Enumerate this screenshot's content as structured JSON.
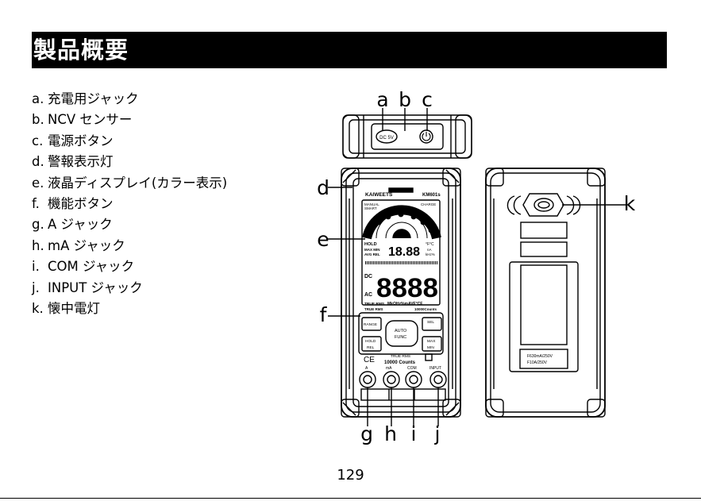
{
  "page": {
    "title": "製品概要",
    "page_number": "129"
  },
  "legend": [
    {
      "letter": "a.",
      "text": "充電用ジャック"
    },
    {
      "letter": "b.",
      "text": "NCV センサー"
    },
    {
      "letter": "c.",
      "text": "電源ボタン"
    },
    {
      "letter": "d.",
      "text": "警報表示灯"
    },
    {
      "letter": "e.",
      "text": "液晶ディスプレイ(カラー表示)"
    },
    {
      "letter": "f.",
      "text": "機能ボタン"
    },
    {
      "letter": "g.",
      "text": "A ジャック"
    },
    {
      "letter": "h.",
      "text": "mA ジャック"
    },
    {
      "letter": "i.",
      "text": "COM ジャック"
    },
    {
      "letter": "j.",
      "text": "INPUT ジャック"
    },
    {
      "letter": "k.",
      "text": "懐中電灯"
    }
  ],
  "callouts": {
    "a": "a",
    "b": "b",
    "c": "c",
    "d": "d",
    "e": "e",
    "f": "f",
    "g": "g",
    "h": "h",
    "i": "i",
    "j": "j",
    "k": "k"
  },
  "device": {
    "brand": "KAIWEETS",
    "model": "KM601s",
    "charge_port_label": "DC 5V",
    "lcd": {
      "manual": "MANUAL",
      "smart": "SMART",
      "charge": "CHARGE",
      "hold": "HOLD",
      "maxmin": "MAX MIN",
      "avgrel": "AVG REL",
      "small_digits": "18.88",
      "small_units_1": "°F°C",
      "small_units_2": "nA",
      "small_units_3": "kHz%",
      "dc": "DC",
      "ac": "AC",
      "big_digits": "8888",
      "true_rms": "TRUE RMS",
      "bottom_units": "MkΩHz%mAVF°CF",
      "counts": "10000Counts",
      "true_rms_2": "TRUE RMS"
    },
    "buttons": {
      "range": "RANGE",
      "sel": "SEL",
      "auto": "AUTO",
      "func": "FUNC",
      "hold": "HOLD",
      "rel": "REL",
      "max": "MAX",
      "min": "MIN"
    },
    "panel": {
      "ce": "CE",
      "true_rms": "TRUE RMS",
      "counts": "10000 Counts"
    },
    "jacks": {
      "a": "A",
      "ma": "mA",
      "com": "COM",
      "input": "INPUT"
    },
    "fuse": {
      "line1": "F630mA/250V",
      "line2": "F10A/250V"
    }
  }
}
